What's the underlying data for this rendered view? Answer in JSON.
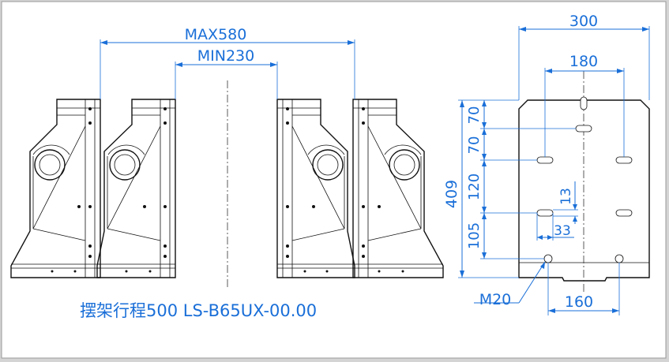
{
  "left_view": {
    "max_label": "MAX580",
    "min_label": "MIN230"
  },
  "right_view": {
    "width_label": "300",
    "slot_spacing_label": "180",
    "height_label": "409",
    "v_dims": [
      "70",
      "70",
      "120",
      "105"
    ],
    "offset_13": "13",
    "offset_33": "33",
    "hole_spacing_label": "160",
    "thread_label": "M20"
  },
  "caption": "摆架行程500  LS-B65UX-00.00"
}
